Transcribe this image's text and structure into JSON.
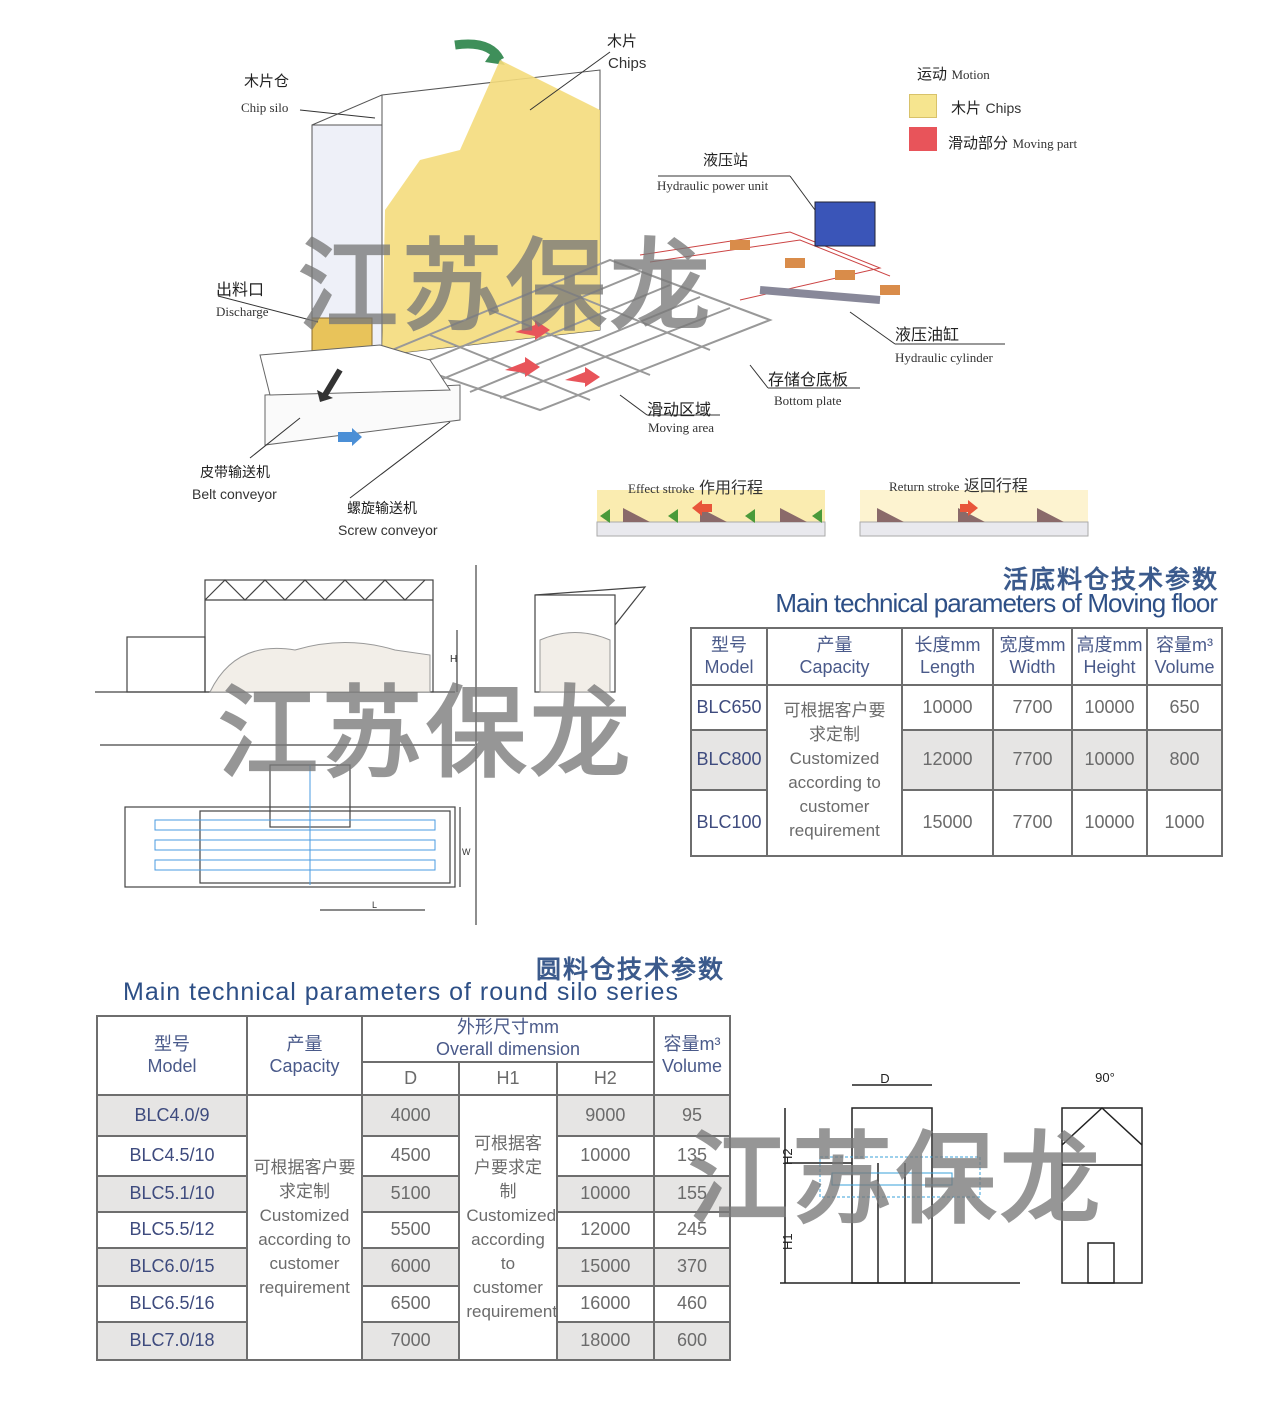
{
  "watermark": "江苏保龙",
  "diagram": {
    "chip_silo": {
      "cn": "木片仓",
      "en": "Chip silo"
    },
    "chips": {
      "cn": "木片",
      "en": "Chips"
    },
    "hydraulic_power_unit": {
      "cn": "液压站",
      "en": "Hydraulic power unit"
    },
    "discharge": {
      "cn": "出料口",
      "en": "Discharge"
    },
    "hydraulic_cylinder": {
      "cn": "液压油缸",
      "en": "Hydraulic cylinder"
    },
    "bottom_plate": {
      "cn": "存储仓底板",
      "en": "Bottom plate"
    },
    "moving_area": {
      "cn": "滑动区域",
      "en": "Moving area"
    },
    "belt_conveyor": {
      "cn": "皮带输送机",
      "en": "Belt conveyor"
    },
    "screw_conveyor": {
      "cn": "螺旋输送机",
      "en": "Screw conveyor"
    }
  },
  "legend": {
    "title_cn": "运动",
    "title_en": "Motion",
    "items": [
      {
        "cn": "木片",
        "en": "Chips",
        "color": "#f6e58f"
      },
      {
        "cn": "滑动部分",
        "en": "Moving part",
        "color": "#e8545a"
      }
    ]
  },
  "strokes": {
    "effect": {
      "en": "Effect stroke",
      "cn": "作用行程"
    },
    "return": {
      "en": "Return stroke",
      "cn": "返回行程"
    }
  },
  "drawing_labels": {
    "H": "H",
    "W": "W",
    "L": "L",
    "D": "D",
    "H1": "H1",
    "H2": "H2",
    "angle": "90°"
  },
  "moving_floor": {
    "title_cn": "活底料仓技术参数",
    "title_en": "Main technical parameters of Moving floor",
    "headers": [
      {
        "cn": "型号",
        "en": "Model"
      },
      {
        "cn": "产量",
        "en": "Capacity"
      },
      {
        "cn": "长度mm",
        "en": "Length"
      },
      {
        "cn": "宽度mm",
        "en": "Width"
      },
      {
        "cn": "高度mm",
        "en": "Height"
      },
      {
        "cn": "容量m³",
        "en": "Volume"
      }
    ],
    "capacity_note_cn": "可根据客户要求定制",
    "capacity_note_en": "Customized according to customer requirement",
    "rows": [
      {
        "model": "BLC650",
        "length": "10000",
        "width": "7700",
        "height": "10000",
        "volume": "650"
      },
      {
        "model": "BLC800",
        "length": "12000",
        "width": "7700",
        "height": "10000",
        "volume": "800"
      },
      {
        "model": "BLC100",
        "length": "15000",
        "width": "7700",
        "height": "10000",
        "volume": "1000"
      }
    ]
  },
  "round_silo": {
    "title_cn": "圆料仓技术参数",
    "title_en": "Main technical parameters of round silo series",
    "headers": {
      "model": {
        "cn": "型号",
        "en": "Model"
      },
      "capacity": {
        "cn": "产量",
        "en": "Capacity"
      },
      "dimension": {
        "cn": "外形尺寸mm",
        "en": "Overall dimension"
      },
      "volume": {
        "cn": "容量m³",
        "en": "Volume"
      },
      "d": "D",
      "h1": "H1",
      "h2": "H2"
    },
    "capacity_note_cn": "可根据客户要求定制",
    "capacity_note_en": "Customized according to customer requirement",
    "h1_note": "可根据客户要求定制Customized according to customer requirement",
    "rows": [
      {
        "model": "BLC4.0/9",
        "d": "4000",
        "h2": "9000",
        "volume": "95"
      },
      {
        "model": "BLC4.5/10",
        "d": "4500",
        "h2": "10000",
        "volume": "135"
      },
      {
        "model": "BLC5.1/10",
        "d": "5100",
        "h2": "10000",
        "volume": "155"
      },
      {
        "model": "BLC5.5/12",
        "d": "5500",
        "h2": "12000",
        "volume": "245"
      },
      {
        "model": "BLC6.0/15",
        "d": "6000",
        "h2": "15000",
        "volume": "370"
      },
      {
        "model": "BLC6.5/16",
        "d": "6500",
        "h2": "16000",
        "volume": "460"
      },
      {
        "model": "BLC7.0/18",
        "d": "7000",
        "h2": "18000",
        "volume": "600"
      }
    ]
  }
}
